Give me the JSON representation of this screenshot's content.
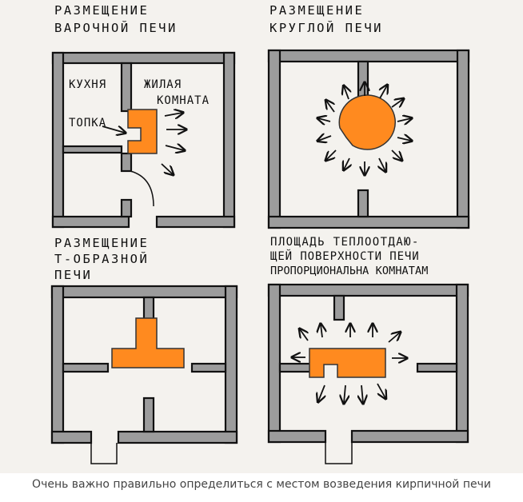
{
  "plans": {
    "top_left": {
      "title_line1": "РАЗМЕЩЕНИЕ",
      "title_line2": "ВАРОЧНОЙ ПЕЧИ",
      "label_kitchen": "КУХНЯ",
      "label_living_line1": "ЖИЛАЯ",
      "label_living_line2": "КОМНАТА",
      "label_firebox": "ТОПКА"
    },
    "top_right": {
      "title_line1": "РАЗМЕЩЕНИЕ",
      "title_line2": "КРУГЛОЙ ПЕЧИ"
    },
    "bottom_left": {
      "title_line1": "РАЗМЕЩЕНИЕ",
      "title_line2": "Т-ОБРАЗНОЙ",
      "title_line3": "ПЕЧИ"
    },
    "bottom_right": {
      "title_line1": "ПЛОЩАДЬ ТЕПЛООТДАЮ-",
      "title_line2": "ЩЕЙ ПОВЕРХНОСТИ ПЕЧИ",
      "title_line3": "ПРОПОРЦИОНАЛЬНА КОМНАТАМ"
    }
  },
  "caption": "Очень важно правильно определиться с местом возведения кирпичной печи",
  "colors": {
    "stove": "#ff8a1f",
    "wall": "#9c9c9c",
    "paper": "#f4f2ee"
  }
}
